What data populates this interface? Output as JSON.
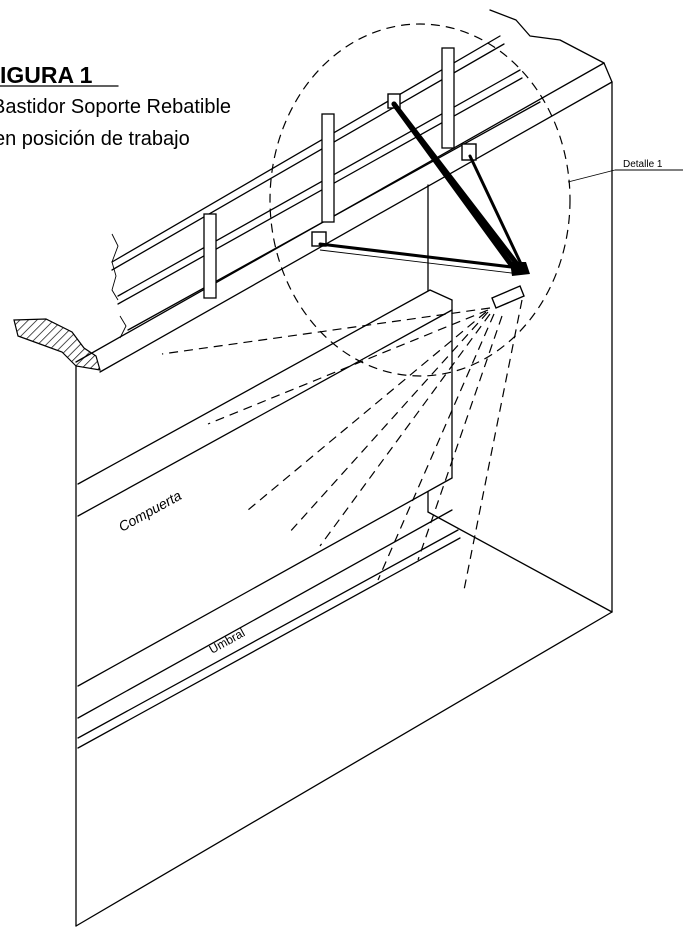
{
  "figure": {
    "title": "IGURA 1",
    "subtitle_line1": "Bastidor Soporte Rebatible",
    "subtitle_line2": "en posición de trabajo"
  },
  "labels": {
    "detail": "Detalle 1",
    "gate": "Compuerta",
    "sill": "Umbral"
  }
}
